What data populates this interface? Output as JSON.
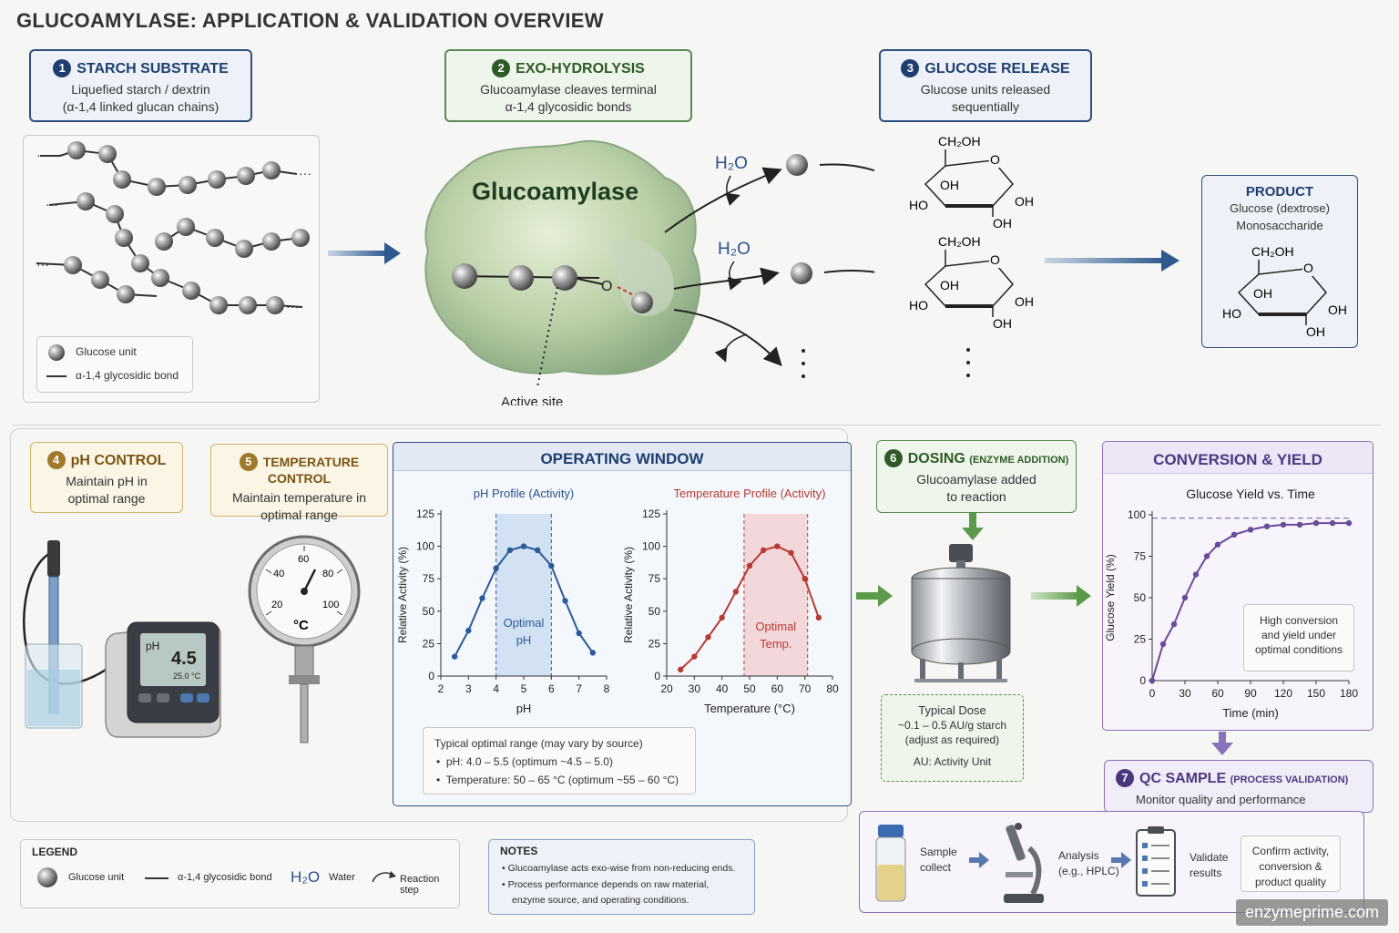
{
  "title": "GLUCOAMYLASE: APPLICATION & VALIDATION OVERVIEW",
  "steps": {
    "s1": {
      "num": "1",
      "title": "STARCH SUBSTRATE",
      "l1": "Liquefied starch / dextrin",
      "l2": "(α-1,4 linked glucan chains)"
    },
    "s2": {
      "num": "2",
      "title": "EXO-HYDROLYSIS",
      "l1": "Glucoamylase cleaves terminal",
      "l2": "α-1,4 glycosidic bonds"
    },
    "s3": {
      "num": "3",
      "title": "GLUCOSE RELEASE",
      "l1": "Glucose units released",
      "l2": "sequentially"
    },
    "s4": {
      "num": "4",
      "title": "pH CONTROL",
      "l1": "Maintain pH in",
      "l2": "optimal range"
    },
    "s5": {
      "num": "5",
      "title": "TEMPERATURE CONTROL",
      "l1": "Maintain temperature in",
      "l2": "optimal range"
    },
    "s6": {
      "num": "6",
      "title": "DOSING",
      "title_small": "(ENZYME ADDITION)",
      "l1": "Glucoamylase added",
      "l2": "to reaction"
    },
    "s7": {
      "num": "7",
      "title": "QC SAMPLE",
      "title_small": "(PROCESS VALIDATION)",
      "l1": "Monitor quality and performance"
    }
  },
  "starch_legend": {
    "glucose": "Glucose unit",
    "bond": "α-1,4 glycosidic bond"
  },
  "enzyme": {
    "label": "Glucoamylase",
    "active_site": "Active site",
    "water": "H₂O",
    "oxygen": "O"
  },
  "glucose_struct": {
    "ch2oh": "CH₂OH",
    "o": "O",
    "oh": "OH",
    "ho": "HO"
  },
  "product": {
    "title": "PRODUCT",
    "l1": "Glucose (dextrose)",
    "l2": "Monosaccharide"
  },
  "ph_meter": {
    "label": "pH",
    "value": "4.5",
    "temp": "25.0 °C"
  },
  "thermometer": {
    "unit": "°C",
    "ticks": [
      "20",
      "40",
      "60",
      "80",
      "100"
    ]
  },
  "operating_window": {
    "title": "OPERATING WINDOW",
    "note_title": "Typical optimal range (may vary by source)",
    "note1": "pH: 4.0 – 5.5 (optimum ~4.5 – 5.0)",
    "note2": "Temperature: 50 – 65 °C (optimum ~55 – 60 °C)"
  },
  "dose": {
    "l1": "Typical Dose",
    "l2": "~0.1 – 0.5 AU/g starch",
    "l3": "(adjust as required)",
    "l4": "AU: Activity Unit"
  },
  "conversion": {
    "title": "CONVERSION & YIELD",
    "note1": "High conversion",
    "note2": "and yield under",
    "note3": "optimal conditions"
  },
  "qc_flow": {
    "a1": "Sample",
    "a2": "collect",
    "b1": "Analysis",
    "b2": "(e.g., HPLC)",
    "c1": "Validate",
    "c2": "results",
    "d1": "Confirm activity,",
    "d2": "conversion &",
    "d3": "product quality"
  },
  "legend": {
    "title": "LEGEND",
    "glucose": "Glucose unit",
    "bond": "α-1,4 glycosidic bond",
    "water_sym": "H₂O",
    "water": "Water",
    "step": "Reaction step"
  },
  "notes": {
    "title": "NOTES",
    "n1": "Glucoamylase acts exo-wise from non-reducing ends.",
    "n2": "Process performance depends on raw material,",
    "n3": "enzyme source, and operating conditions."
  },
  "watermark": "enzymeprime.com",
  "chart_data": [
    {
      "type": "line",
      "title": "pH Profile (Activity)",
      "xlabel": "pH",
      "ylabel": "Relative Activity (%)",
      "xlim": [
        2,
        8
      ],
      "ylim": [
        0,
        125
      ],
      "xticks": [
        2,
        3,
        4,
        5,
        6,
        7,
        8
      ],
      "yticks": [
        0,
        25,
        50,
        75,
        100,
        125
      ],
      "x": [
        2.5,
        3.0,
        3.5,
        4.0,
        4.5,
        5.0,
        5.5,
        6.0,
        6.5,
        7.0,
        7.5
      ],
      "y": [
        15,
        35,
        60,
        83,
        97,
        100,
        97,
        85,
        58,
        33,
        18
      ],
      "band": [
        4.0,
        6.0
      ],
      "band_label": [
        "Optimal",
        "pH"
      ],
      "color": "#2a5a9a"
    },
    {
      "type": "line",
      "title": "Temperature Profile (Activity)",
      "xlabel": "Temperature (°C)",
      "ylabel": "Relative Activity (%)",
      "xlim": [
        20,
        80
      ],
      "ylim": [
        0,
        125
      ],
      "xticks": [
        20,
        30,
        40,
        50,
        60,
        70,
        80
      ],
      "yticks": [
        0,
        25,
        50,
        75,
        100,
        125
      ],
      "x": [
        25,
        30,
        35,
        40,
        45,
        50,
        55,
        60,
        65,
        70,
        75
      ],
      "y": [
        5,
        15,
        30,
        45,
        65,
        85,
        97,
        100,
        95,
        75,
        45
      ],
      "band": [
        48,
        71
      ],
      "band_label": [
        "Optimal",
        "Temp."
      ],
      "color": "#b83a32"
    },
    {
      "type": "line",
      "title": "Glucose Yield vs. Time",
      "xlabel": "Time (min)",
      "ylabel": "Glucose Yield (%)",
      "xlim": [
        0,
        180
      ],
      "ylim": [
        0,
        100
      ],
      "xticks": [
        0,
        30,
        60,
        90,
        120,
        150,
        180
      ],
      "yticks": [
        0,
        25,
        50,
        75,
        100
      ],
      "x": [
        0,
        10,
        20,
        30,
        40,
        50,
        60,
        75,
        90,
        105,
        120,
        135,
        150,
        165,
        180
      ],
      "y": [
        0,
        22,
        34,
        50,
        64,
        75,
        82,
        88,
        91,
        93,
        94,
        94,
        95,
        95,
        95
      ],
      "reference_y": 98,
      "color": "#6a4a9a"
    }
  ]
}
